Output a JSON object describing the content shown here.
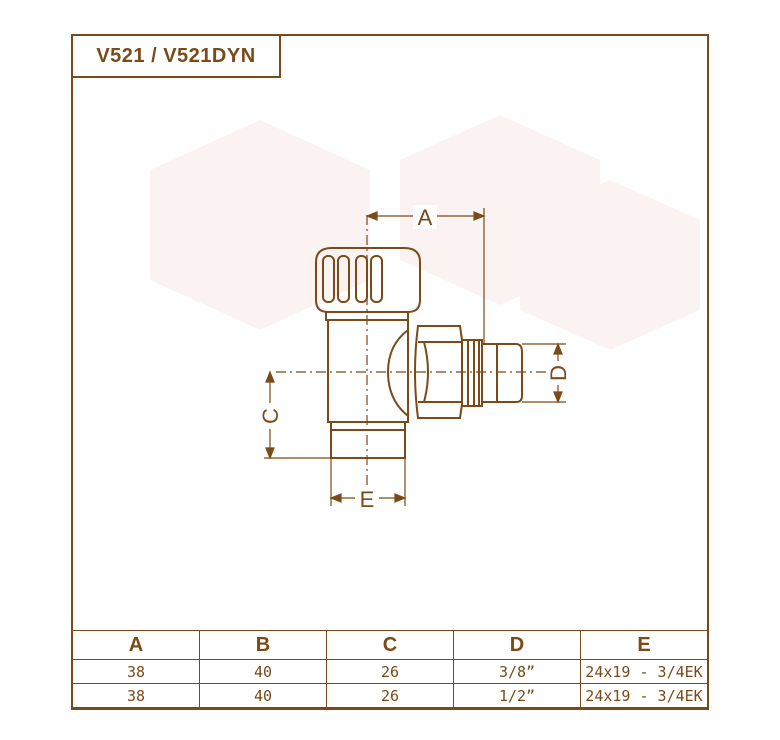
{
  "title": "V521 / V521DYN",
  "dimension_labels": {
    "a": "A",
    "c": "C",
    "d": "D",
    "e": "E"
  },
  "table": {
    "headers": [
      "A",
      "B",
      "C",
      "D",
      "E"
    ],
    "rows": [
      [
        "38",
        "40",
        "26",
        "3/8”",
        "24x19 - 3/4EK"
      ],
      [
        "38",
        "40",
        "26",
        "1/2”",
        "24x19 - 3/4EK"
      ]
    ]
  },
  "colors": {
    "line": "#7a4a18",
    "watermark": "#f2ebe8"
  }
}
